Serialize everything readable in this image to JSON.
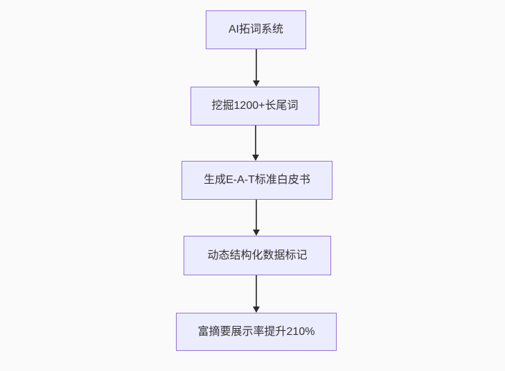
{
  "diagram": {
    "type": "flowchart",
    "direction": "top-down",
    "colors": {
      "background": "#fafafa",
      "node_fill": "#ECECFF",
      "node_border": "#9370DB",
      "text": "#333333",
      "arrow": "#333333"
    },
    "nodes": [
      {
        "id": "step-1",
        "label": "AI拓词系统"
      },
      {
        "id": "step-2",
        "label": "挖掘1200+长尾词"
      },
      {
        "id": "step-3",
        "label": "生成E-A-T标准白皮书"
      },
      {
        "id": "step-4",
        "label": "动态结构化数据标记"
      },
      {
        "id": "step-5",
        "label": "富摘要展示率提升210%"
      }
    ],
    "edges": [
      {
        "from": "step-1",
        "to": "step-2"
      },
      {
        "from": "step-2",
        "to": "step-3"
      },
      {
        "from": "step-3",
        "to": "step-4"
      },
      {
        "from": "step-4",
        "to": "step-5"
      }
    ]
  }
}
